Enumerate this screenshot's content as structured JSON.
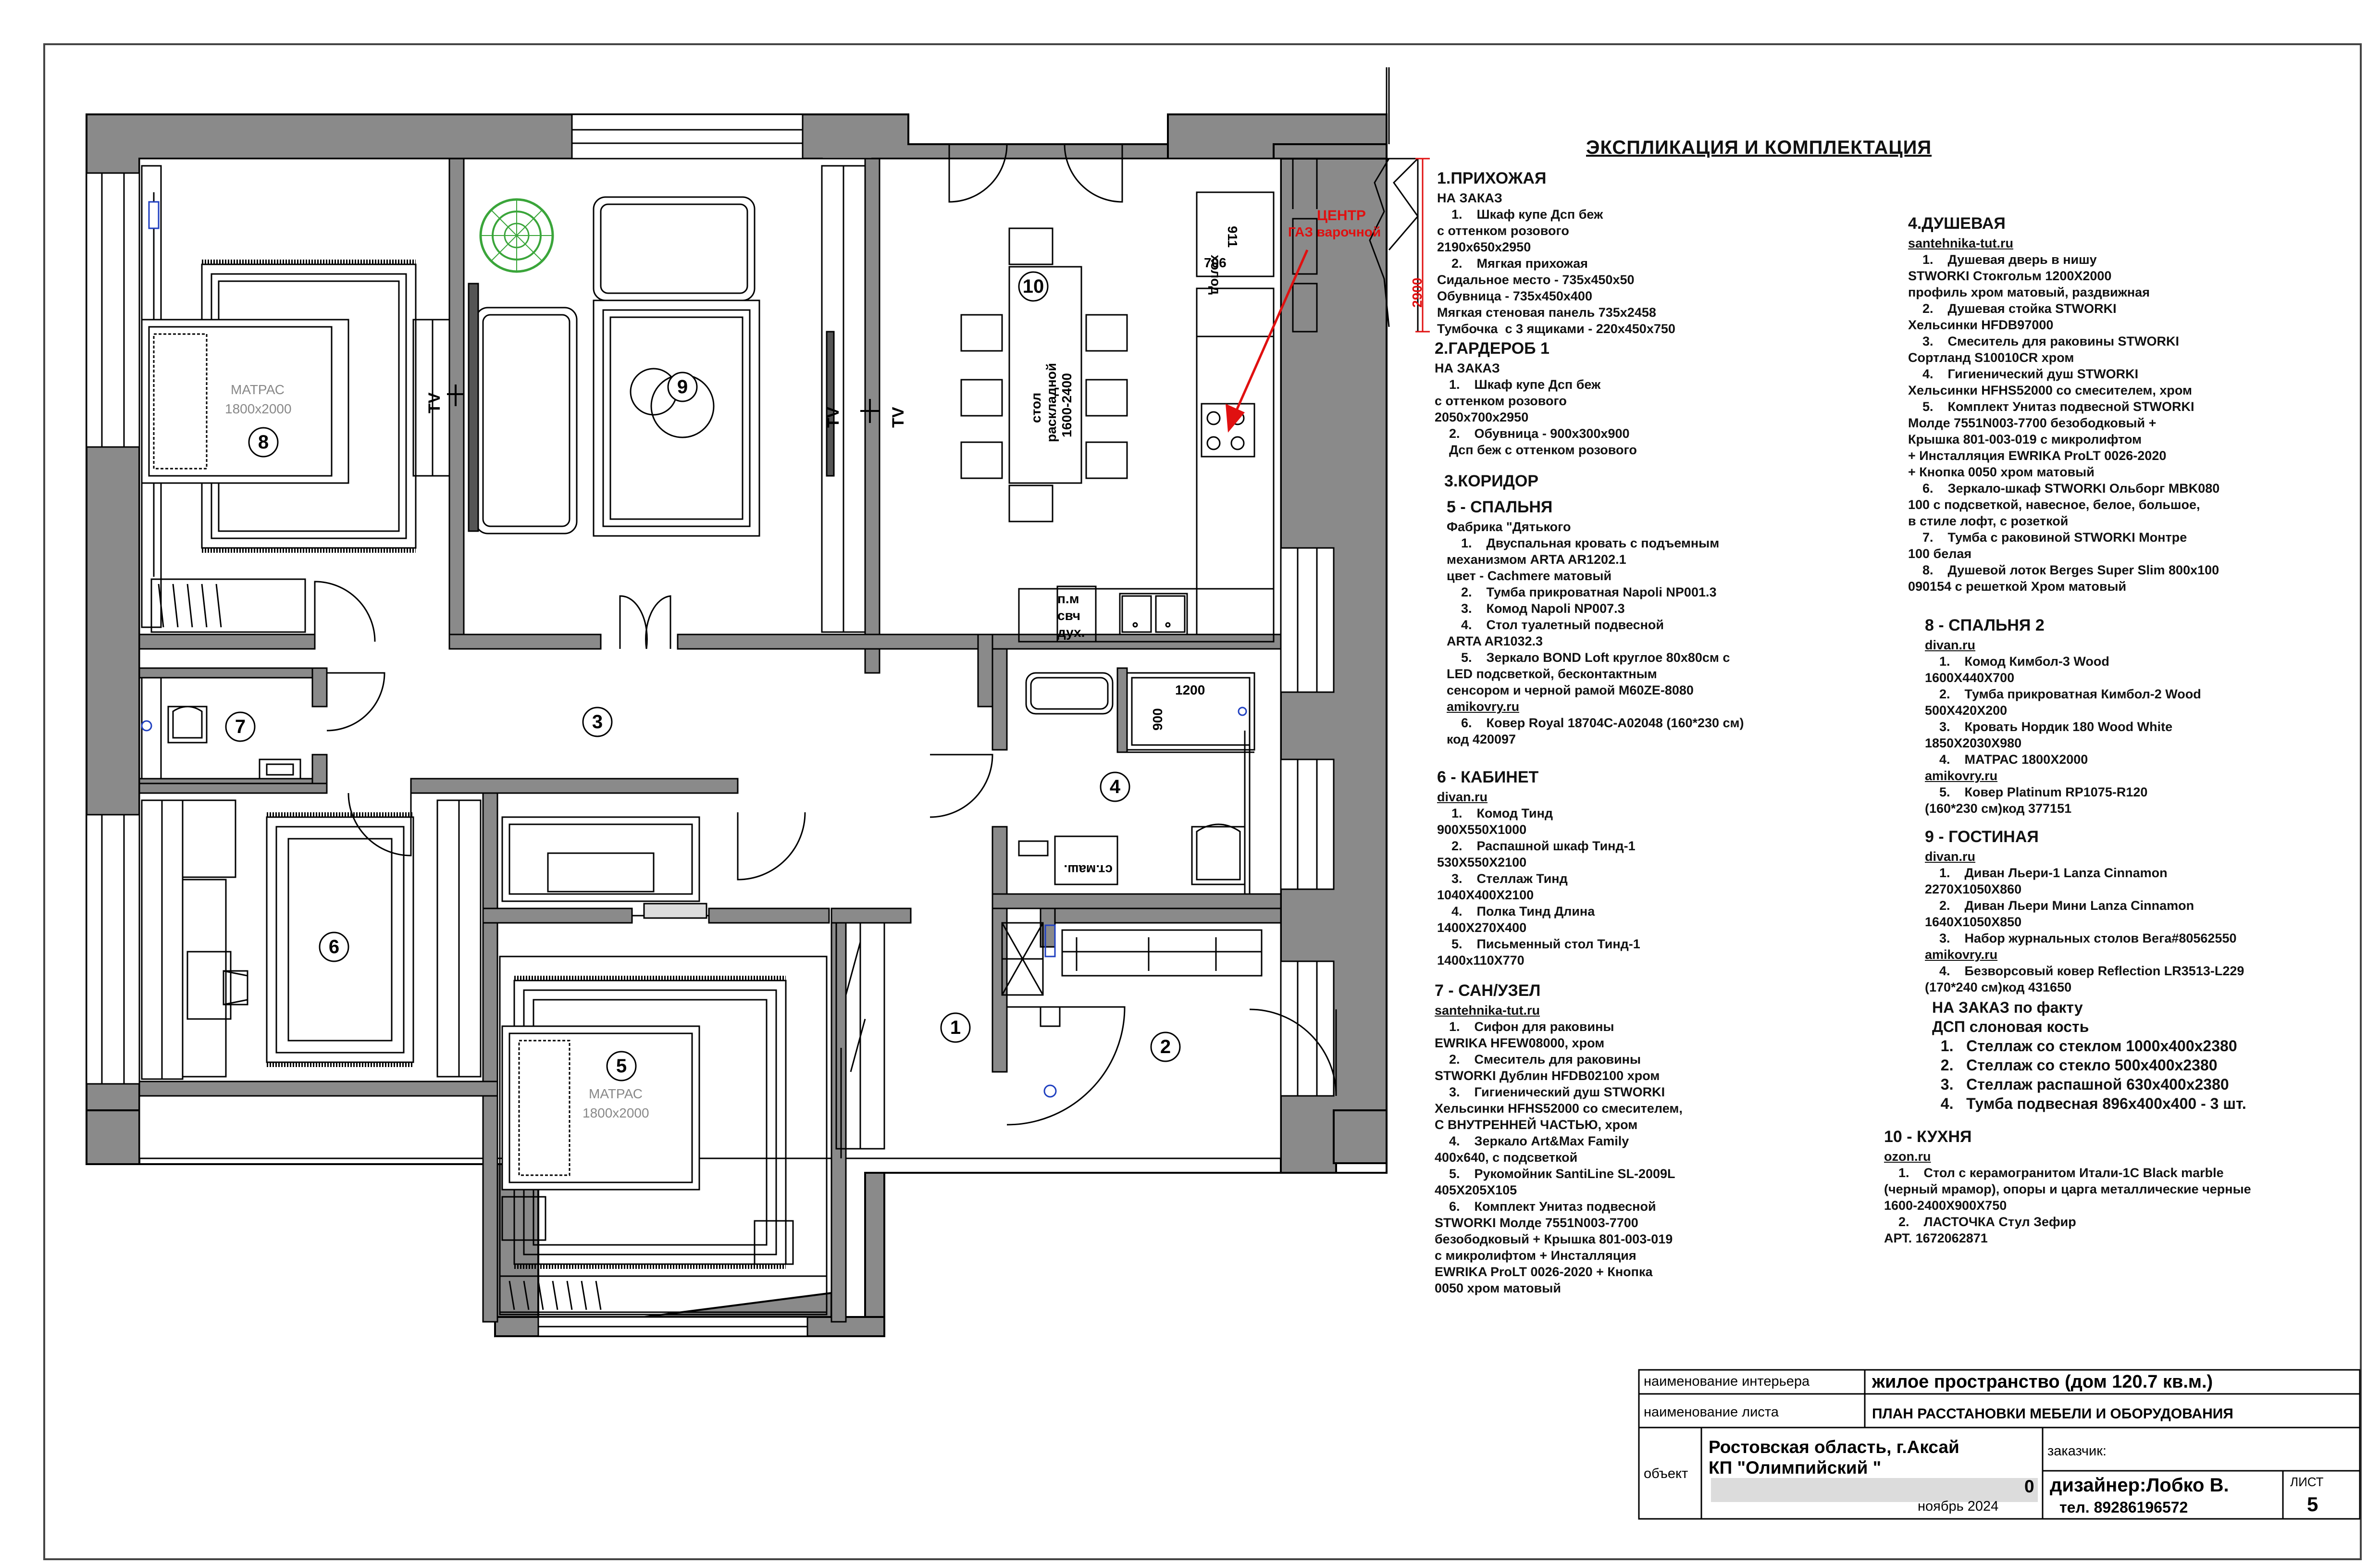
{
  "explication": {
    "title": "ЭКСПЛИКАЦИЯ И КОМПЛЕКТАЦИЯ",
    "sections_left": [
      {
        "heading": "1.ПРИХОЖАЯ",
        "lines": [
          "НА ЗАКАЗ",
          "    1.    Шкаф купе Дсп беж",
          "с оттенком розового",
          "2190х650х2950",
          "    2.    Мягкая прихожая",
          "Сидальное место - 735х450х50",
          "Обувница - 735х450х400",
          "Мягкая стеновая панель 735х2458",
          "Тумбочка  с 3 ящиками - 220х450х750"
        ]
      },
      {
        "heading": "2.ГАРДЕРОБ 1",
        "lines": [
          "НА ЗАКАЗ",
          "    1.    Шкаф купе Дсп беж",
          "с оттенком розового",
          "2050х700х2950",
          "    2.    Обувница - 900х300х900",
          "    Дсп беж с оттенком розового"
        ]
      },
      {
        "heading": "3.КОРИДОР",
        "lines": []
      },
      {
        "heading": "5 - СПАЛЬНЯ",
        "lines": [
          "Фабрика \"Дятького",
          "    1.    Двуспальная кровать с подъемным",
          "механизмом ARTA AR1202.1",
          "цвет - Cachmere матовый",
          "    2.    Тумба прикроватная Napoli NP001.3",
          "    3.    Комод Napoli NP007.3",
          "    4.    Стол туалетный подвесной",
          "ARTA AR1032.3",
          "    5.    Зеркало BOND Loft круглое 80х80см с",
          "LED подсветкой, бесконтактным",
          "сенсором и черной рамой M60ZE-8080",
          "amikovry.ru",
          "    6.    Ковер Royal 18704C-A02048 (160*230 см)",
          "код 420097"
        ]
      },
      {
        "heading": "6 - КАБИНЕТ",
        "lines": [
          "divan.ru",
          "    1.    Комод Тинд",
          "900X550X1000",
          "    2.    Распашной шкаф Тинд-1",
          "530X550X2100",
          "    3.    Стеллаж Тинд",
          "1040X400X2100",
          "    4.    Полка Тинд Длина",
          "1400X270X400",
          "    5.    Письменный стол Тинд-1",
          "1400х110Х770"
        ]
      },
      {
        "heading": "7 - САН/УЗЕЛ",
        "lines": [
          "santehnika-tut.ru",
          "    1.    Сифон для раковины",
          "EWRIKA HFEW08000, хром",
          "    2.    Смеситель для раковины",
          "STWORKI Дублин HFDB02100 хром",
          "    3.    Гигиенический душ STWORKI",
          "Хельсинки HFHS52000 со смесителем,",
          "С ВНУТРЕННЕЙ ЧАСТЬЮ, хром",
          "    4.    Зеркало Art&Max Family",
          "400х640, с подсветкой",
          "    5.    Рукомойник SantiLine SL-2009L",
          "405X205X105",
          "    6.    Комплект Унитаз подвесной",
          "STWORKI Молде 7551N003-7700",
          "безободковый + Крышка 801-003-019",
          "с микролифтом + Инсталляция",
          "EWRIKA ProLT 0026-2020 + Кнопка",
          "0050 хром матовый"
        ]
      }
    ],
    "sections_right": [
      {
        "heading": "4.ДУШЕВАЯ",
        "lines": [
          "santehnika-tut.ru",
          "    1.    Душевая дверь в нишу",
          "STWORKI Стокгольм 1200Х2000",
          "профиль хром матовый, раздвижная",
          "    2.    Душевая стойка STWORKI",
          "Хельсинки HFDB97000",
          "    3.    Смеситель для раковины STWORKI",
          "Сортланд S10010CR хром",
          "    4.    Гигиенический душ STWORKI",
          "Хельсинки HFHS52000 со смесителем, хром",
          "    5.    Комплект Унитаз подвесной STWORKI",
          "Молде 7551N003-7700 безободковый +",
          "Крышка 801-003-019 с микролифтом",
          "+ Инсталляция EWRIKA ProLT 0026-2020",
          "+ Кнопка 0050 хром матовый",
          "    6.    Зеркало-шкаф STWORKI Ольборг MBK080",
          "100 с подсветкой, навесное, белое, большое,",
          "в стиле лофт, с розеткой",
          "    7.    Тумба с раковиной STWORKI Монтре",
          "100 белая",
          "    8.    Душевой лоток Berges Super Slim 800х100",
          "090154 с решеткой Хром матовый"
        ]
      },
      {
        "heading": "8 - СПАЛЬНЯ 2",
        "lines": [
          "divan.ru",
          "    1.    Комод Кимбол-3 Wood",
          "1600X440X700",
          "    2.    Тумба прикроватная Кимбол-2 Wood",
          "500X420X200",
          "    3.    Кровать Нордик 180 Wood White",
          "1850X2030X980",
          "    4.    МАТРАС 1800Х2000",
          "amikovry.ru",
          "    5.    Ковер Platinum RP1075-R120",
          "(160*230 см)код 377151"
        ]
      },
      {
        "heading": "9 - ГОСТИНАЯ",
        "lines": [
          "divan.ru",
          "    1.    Диван Льери-1 Lanza Cinnamon",
          "2270X1050X860",
          "    2.    Диван Льери Мини Lanza Cinnamon",
          "1640X1050X850",
          "    3.    Набор журнальных столов Вега#80562550",
          "amikovry.ru",
          "    4.    Безворсовый ковер Reflection LR3513-L229",
          "(170*240 см)код 431650"
        ]
      },
      {
        "heading": "",
        "big_lines": [
          "НА ЗАКАЗ по факту",
          "ДСП слоновая кость",
          "  1.   Стеллаж со стеклом 1000х400х2380",
          "  2.   Стеллаж со стекло 500х400х2380",
          "  3.   Стеллаж распашной 630х400х2380",
          "  4.   Тумба подвесная 896х400х400 - 3 шт."
        ]
      },
      {
        "heading": "10 - КУХНЯ",
        "lines": [
          "ozon.ru",
          "    1.    Стол с керамогранитом Итали-1С Black marble",
          "(черный мрамор), опоры и царга металлические черные",
          "1600-2400Х900Х750",
          "    2.    ЛАСТОЧКА Стул Зефир",
          "АРТ. 1672062871"
        ]
      }
    ]
  },
  "plan": {
    "room_numbers": [
      "1",
      "2",
      "3",
      "4",
      "5",
      "6",
      "7",
      "8",
      "9",
      "10"
    ],
    "tv_label": "TV",
    "mattress_label": "МАТРАС",
    "mattress_size": "1800х2000",
    "table_label_1": "стол",
    "table_label_2": "раскладной",
    "table_label_3": "1600-2400",
    "fridge_label_1": "холод",
    "fridge_label_2": "911",
    "fridge_dim": "706",
    "gas_center_1": "ЦЕНТР",
    "gas_center_2": "ГАЗ варочной",
    "dim_2900": "2900",
    "appliance_1": "п.м",
    "appliance_2": "свч",
    "appliance_3": "дух.",
    "dim_1200": "1200",
    "dim_900": "900",
    "washer_label": "ст.маш."
  },
  "title_block": {
    "interior_label": "наименование интерьера",
    "interior_value": "жилое пространство (дом 120.7 кв.м.)",
    "sheet_label": "наименование листа",
    "sheet_value": "ПЛАН РАССТАНОВКИ МЕБЕЛИ И ОБОРУДОВАНИЯ",
    "object_label": "объект",
    "object_value_1": "Ростовская область, г.Аксай",
    "object_value_2": "КП \"Олимпийский \"",
    "object_value_3": "0",
    "customer_label": "заказчик:",
    "date": "ноябрь 2024",
    "designer": "дизайнер:Лобко В.",
    "phone": "тел. 89286196572",
    "sheet_no_label": "ЛИСТ",
    "sheet_no": "5"
  },
  "colors": {
    "wall": "#8a8a8a",
    "line": "#000000",
    "accent_red": "#e01010",
    "plant_green": "#3aa53a"
  }
}
